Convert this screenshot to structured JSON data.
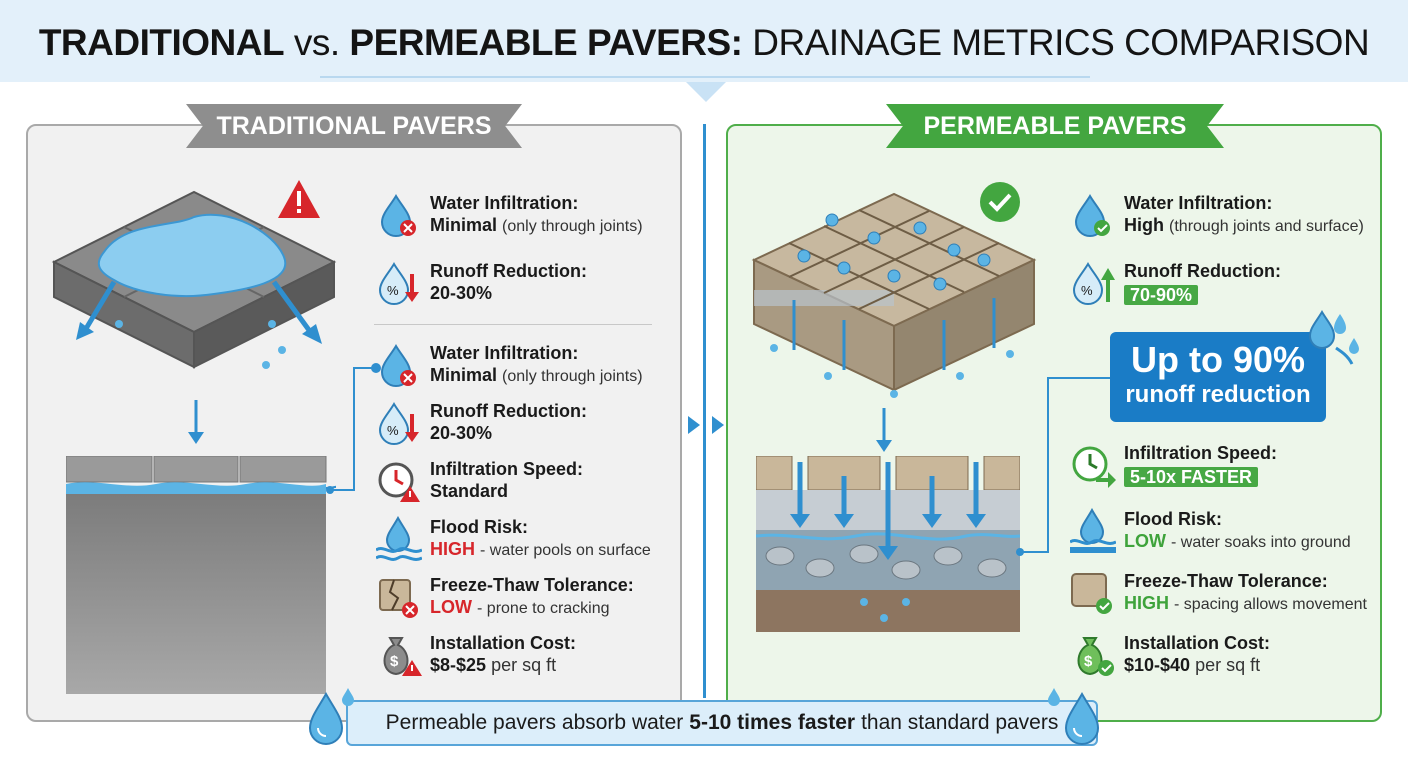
{
  "header": {
    "title_part1": "TRADITIONAL",
    "title_part2": "vs.",
    "title_part3": "PERMEABLE PAVERS:",
    "title_part4": "DRAINAGE METRICS COMPARISON"
  },
  "left_panel": {
    "title": "TRADITIONAL PAVERS",
    "summary": [
      {
        "label": "Water Infiltration:",
        "value": "Minimal",
        "note": "(only through joints)"
      },
      {
        "label": "Runoff Reduction:",
        "value": "20-30%",
        "note": ""
      }
    ],
    "metrics": [
      {
        "label": "Water Infiltration:",
        "value": "Minimal",
        "note": "(only through joints)"
      },
      {
        "label": "Runoff Reduction:",
        "value": "20-30%",
        "note": ""
      },
      {
        "label": "Infiltration Speed:",
        "value": "Standard",
        "note": ""
      },
      {
        "label": "Flood Risk:",
        "value": "HIGH",
        "note": "- water pools on surface"
      },
      {
        "label": "Freeze-Thaw Tolerance:",
        "value": "LOW",
        "note": "- prone to cracking"
      },
      {
        "label": "Installation Cost:",
        "value": "$8-$25",
        "note": "per sq ft"
      }
    ]
  },
  "right_panel": {
    "title": "PERMEABLE PAVERS",
    "summary": [
      {
        "label": "Water Infiltration:",
        "value": "High",
        "note": "(through joints and surface)"
      },
      {
        "label": "Runoff Reduction:",
        "value": "70-90%",
        "note": ""
      }
    ],
    "highlight": {
      "main": "Up to 90%",
      "sub": "runoff reduction"
    },
    "metrics": [
      {
        "label": "Infiltration Speed:",
        "value": "5-10x FASTER",
        "note": ""
      },
      {
        "label": "Flood Risk:",
        "value": "LOW",
        "note": "- water soaks into ground"
      },
      {
        "label": "Freeze-Thaw Tolerance:",
        "value": "HIGH",
        "note": "- spacing allows movement"
      },
      {
        "label": "Installation Cost:",
        "value": "$10-$40",
        "note": "per sq ft"
      }
    ]
  },
  "footer": {
    "text_before": "Permeable pavers absorb water",
    "text_bold": "5-10 times faster",
    "text_after": "than standard pavers"
  },
  "colors": {
    "water_blue": "#5bb4e5",
    "accent_blue": "#2f8fcf",
    "bad_red": "#d7262b",
    "good_green": "#43a640",
    "neutral_gray": "#8e8e8e"
  }
}
